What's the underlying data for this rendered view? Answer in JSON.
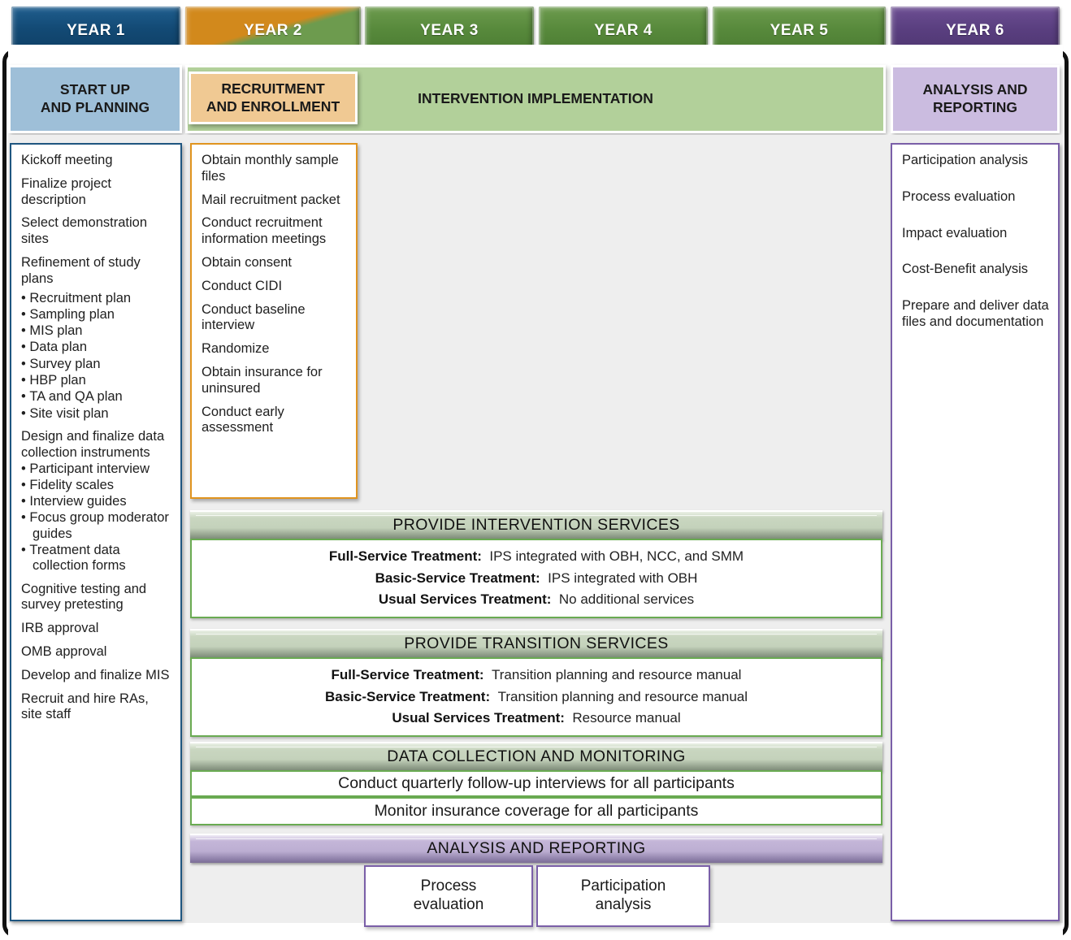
{
  "years": [
    {
      "label": "YEAR 1",
      "style": "blue"
    },
    {
      "label": "YEAR 2",
      "style": "orangegreen"
    },
    {
      "label": "YEAR 3",
      "style": "green"
    },
    {
      "label": "YEAR 4",
      "style": "green"
    },
    {
      "label": "YEAR 5",
      "style": "green"
    },
    {
      "label": "YEAR 6",
      "style": "purple"
    }
  ],
  "phases": {
    "startup": "START UP\nAND PLANNING",
    "recruitment": "RECRUITMENT\nAND ENROLLMENT",
    "intervention": "INTERVENTION IMPLEMENTATION",
    "analysis": "ANALYSIS AND\nREPORTING"
  },
  "startup_tasks": [
    {
      "text": "Kickoff meeting"
    },
    {
      "text": "Finalize project description"
    },
    {
      "text": "Select demonstration sites"
    },
    {
      "text": "Refinement of study plans",
      "bullets": [
        "Recruitment plan",
        "Sampling plan",
        "MIS plan",
        "Data plan",
        "Survey plan",
        "HBP plan",
        "TA and QA plan",
        "Site visit plan"
      ]
    },
    {
      "text": "Design and finalize data collection instruments",
      "bullets": [
        "Participant interview",
        "Fidelity scales",
        "Interview guides",
        "Focus group moderator guides",
        "Treatment data collection forms"
      ]
    },
    {
      "text": "Cognitive testing and survey pretesting"
    },
    {
      "text": "IRB approval"
    },
    {
      "text": "OMB approval"
    },
    {
      "text": "Develop and finalize MIS"
    },
    {
      "text": "Recruit and hire RAs, site staff"
    }
  ],
  "recruitment_tasks": [
    {
      "text": "Obtain monthly sample files"
    },
    {
      "text": "Mail recruitment packet"
    },
    {
      "text": "Conduct recruitment information meetings"
    },
    {
      "text": "Obtain consent"
    },
    {
      "text": "Conduct CIDI"
    },
    {
      "text": "Conduct baseline interview"
    },
    {
      "text": "Randomize"
    },
    {
      "text": "Obtain insurance for uninsured"
    },
    {
      "text": "Conduct early assessment"
    }
  ],
  "analysis_tasks": [
    {
      "text": "Participation analysis"
    },
    {
      "text": "Process evaluation"
    },
    {
      "text": "Impact evaluation"
    },
    {
      "text": "Cost-Benefit analysis"
    },
    {
      "text": "Prepare and deliver data files and documentation"
    }
  ],
  "intervention_services": {
    "banner": "PROVIDE INTERVENTION SERVICES",
    "rows": [
      {
        "label": "Full-Service Treatment:",
        "value": "IPS integrated with OBH, NCC, and SMM"
      },
      {
        "label": "Basic-Service Treatment:",
        "value": "IPS integrated with OBH"
      },
      {
        "label": "Usual Services Treatment:",
        "value": "No additional services"
      }
    ]
  },
  "transition_services": {
    "banner": "PROVIDE TRANSITION SERVICES",
    "rows": [
      {
        "label": "Full-Service Treatment:",
        "value": "Transition planning and resource manual"
      },
      {
        "label": "Basic-Service Treatment:",
        "value": "Transition planning and resource manual"
      },
      {
        "label": "Usual Services Treatment:",
        "value": "Resource manual"
      }
    ]
  },
  "data_collection": {
    "banner": "DATA COLLECTION AND MONITORING",
    "lines": [
      "Conduct quarterly follow-up interviews for all participants",
      "Monitor insurance coverage for all participants"
    ]
  },
  "analysis_reporting": {
    "banner": "ANALYSIS AND REPORTING",
    "boxes": [
      "Process\nevaluation",
      "Participation\nanalysis"
    ]
  },
  "colors": {
    "year1": "#134a75",
    "year2_start": "#d2891c",
    "year_green": "#588a3c",
    "year6": "#5a3f80",
    "startup_band": "#9ebfd8",
    "recruit_band": "#f0c993",
    "intervention_band": "#b2d09a",
    "analysis_band": "#cbbce0",
    "canvas": "#eeeeee"
  }
}
